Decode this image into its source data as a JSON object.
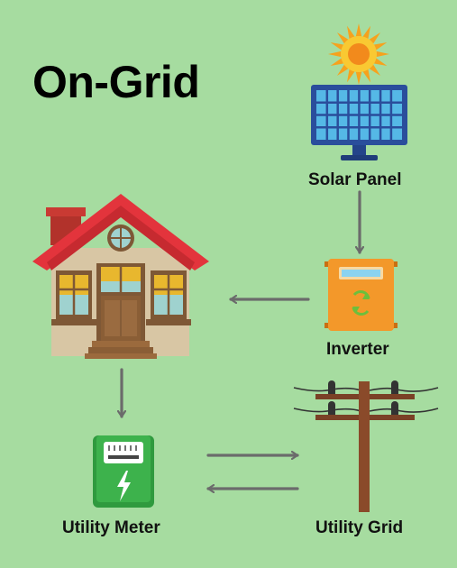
{
  "title": "On-Grid",
  "nodes": {
    "solar_panel": "Solar Panel",
    "inverter": "Inverter",
    "utility_meter": "Utility Meter",
    "utility_grid": "Utility Grid"
  },
  "colors": {
    "background": "#a6dca0",
    "arrow": "#6b6b6b",
    "sun": "#f5a623",
    "panel": "#2f63b8",
    "inverter": "#f39a2b",
    "meter": "#3aa84a",
    "roof": "#e0313a",
    "pole": "#8a4a2a"
  },
  "icons": [
    "sun-icon",
    "solar-panel-icon",
    "inverter-icon",
    "house-icon",
    "utility-meter-icon",
    "power-pole-icon"
  ]
}
